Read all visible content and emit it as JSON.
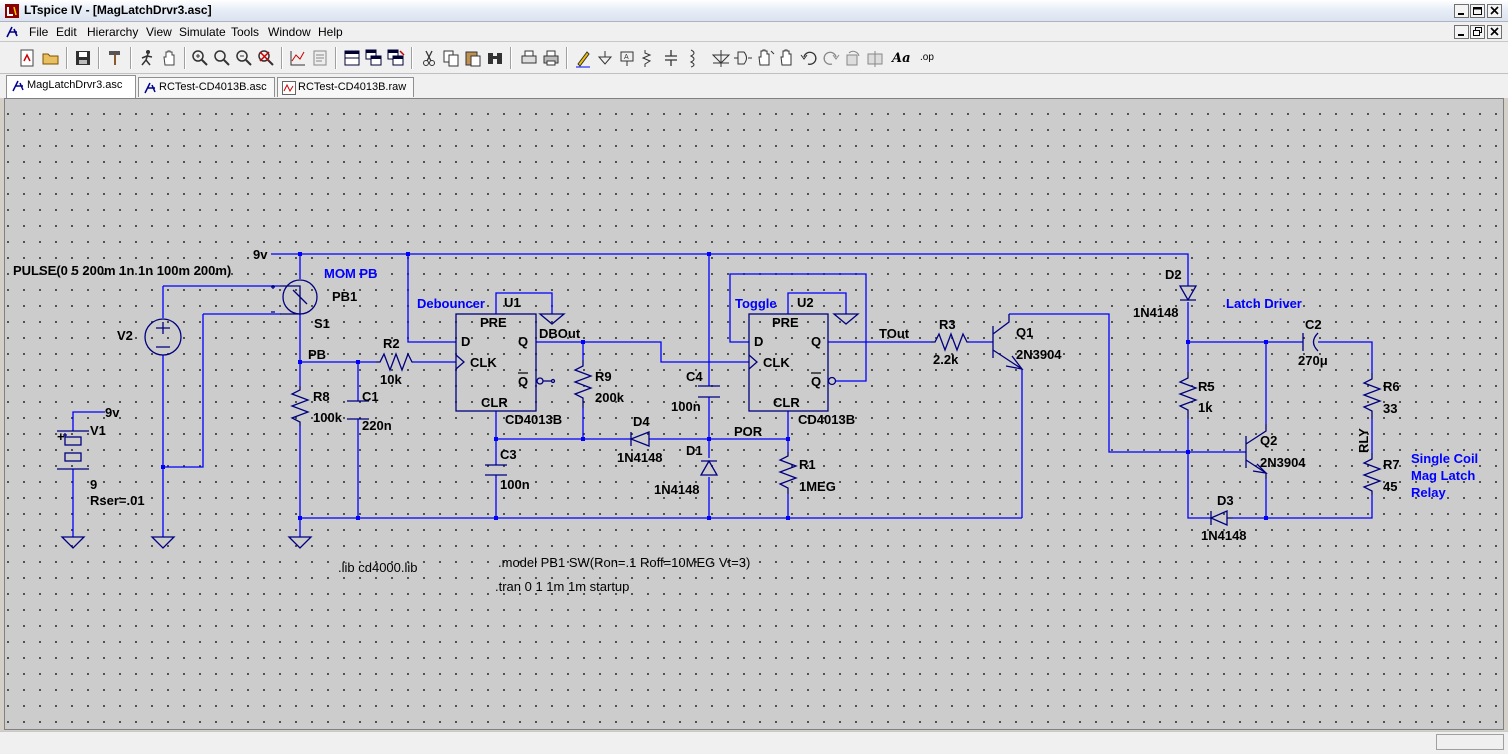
{
  "window": {
    "title": "LTspice IV - [MagLatchDrvr3.asc]",
    "min": "0",
    "max": "1",
    "close": "r",
    "mdi_min": "_",
    "mdi_restore": "2",
    "mdi_close": "x"
  },
  "menu": [
    "File",
    "Edit",
    "Hierarchy",
    "View",
    "Simulate",
    "Tools",
    "Window",
    "Help"
  ],
  "toolbar": {
    "buttons": [
      "new-schematic",
      "open",
      "save",
      "control-panel",
      "run",
      "halt",
      "zoom-in",
      "pan",
      "zoom-out",
      "zoom-fit",
      "autorange",
      "view-spice-netlist",
      "cascade",
      "tile-vertical",
      "tile-horizontal",
      "close-window",
      "cut",
      "copy",
      "paste",
      "find",
      "print-setup",
      "print",
      "draw-wire",
      "ground",
      "label-net",
      "resistor",
      "capacitor",
      "inductor",
      "diode",
      "component",
      "move",
      "drag",
      "undo",
      "redo",
      "rotate",
      "mirror",
      "text",
      "spice-directive"
    ],
    "text_label": "Aa",
    "op_label": ".op"
  },
  "tabs": [
    {
      "label": "MagLatchDrvr3.asc",
      "icon": "schematic-icon",
      "active": true
    },
    {
      "label": "RCTest-CD4013B.asc",
      "icon": "schematic-icon",
      "active": false
    },
    {
      "label": "RCTest-CD4013B.raw",
      "icon": "waveform-icon",
      "active": false
    }
  ],
  "schematic": {
    "pulse": "PULSE(0 5 200m 1n 1n 100m 200m)",
    "net_9v_top": "9v",
    "net_9v_v1": "9v",
    "net_pb": "PB",
    "net_dbout": "DBOut",
    "net_tout": "TOut",
    "net_por": "POR",
    "mom_pb": "MOM PB",
    "pb1": "PB1",
    "s1": "S1",
    "v2": "V2",
    "v1": "V1",
    "v1_val": "9",
    "v1_rser": "Rser=.01",
    "r8": "R8",
    "r8_val": "100k",
    "c1": "C1",
    "c1_val": "220n",
    "r2": "R2",
    "r2_val": "10k",
    "debouncer": "Debouncer",
    "u1": "U1",
    "toggle": "Toggle",
    "u2": "U2",
    "pin_pre": "PRE",
    "pin_d": "D",
    "pin_q": "Q",
    "pin_clk": "CLK",
    "pin_qbar": "Q",
    "pin_clr": "CLR",
    "ic_part": "CD4013B",
    "r9": "R9",
    "r9_val": "200k",
    "c3": "C3",
    "c3_val": "100n",
    "d4": "D4",
    "d4_val": "1N4148",
    "c4": "C4",
    "c4_val": "100n",
    "d1": "D1",
    "d1_val": "1N4148",
    "r1": "R1",
    "r1_val": "1MEG",
    "r3": "R3",
    "r3_val": "2.2k",
    "q1": "Q1",
    "q1_val": "2N3904",
    "d2": "D2",
    "d2_val": "1N4148",
    "latch_driver": "Latch Driver",
    "c2": "C2",
    "c2_val": "270μ",
    "r5": "R5",
    "r5_val": "1k",
    "q2": "Q2",
    "q2_val": "2N3904",
    "d3": "D3",
    "d3_val": "1N4148",
    "r6": "R6",
    "r6_val": "33",
    "rly": "RLY",
    "r7": "R7",
    "r7_val": "45",
    "relay_note": [
      "Single Coil",
      "Mag Latch",
      "Relay"
    ],
    "lib": ".lib cd4000.lib",
    "model": ".model PB1  SW(Ron=.1 Roff=10MEG Vt=3)",
    "tran": ".tran 0 1 1m 1m startup",
    "plus": "+",
    "minus": "-"
  },
  "colors": {
    "wire": "#0000ff",
    "component": "#000080",
    "background": "#cccccc"
  }
}
